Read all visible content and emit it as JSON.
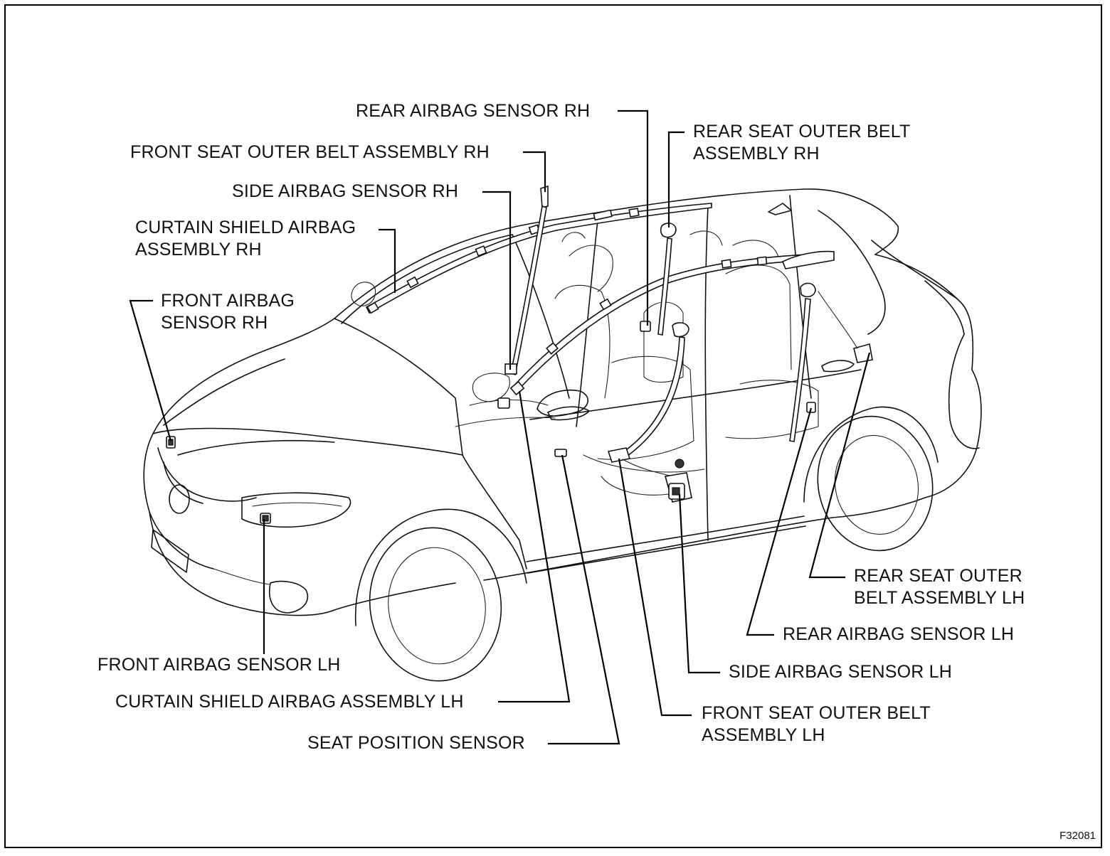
{
  "figure_code": "F32081",
  "labels": {
    "rear_airbag_sensor_rh": [
      "REAR AIRBAG SENSOR RH"
    ],
    "rear_seat_outer_belt_rh": [
      "REAR SEAT OUTER BELT",
      "ASSEMBLY RH"
    ],
    "front_seat_outer_belt_rh": [
      "FRONT SEAT OUTER BELT ASSEMBLY RH"
    ],
    "side_airbag_sensor_rh": [
      "SIDE AIRBAG SENSOR RH"
    ],
    "curtain_shield_airbag_rh": [
      "CURTAIN SHIELD AIRBAG",
      "ASSEMBLY RH"
    ],
    "front_airbag_sensor_rh": [
      "FRONT AIRBAG",
      "SENSOR RH"
    ],
    "rear_seat_outer_belt_lh": [
      "REAR SEAT OUTER",
      "BELT ASSEMBLY LH"
    ],
    "rear_airbag_sensor_lh": [
      "REAR AIRBAG SENSOR LH"
    ],
    "side_airbag_sensor_lh": [
      "SIDE AIRBAG SENSOR LH"
    ],
    "front_airbag_sensor_lh": [
      "FRONT AIRBAG SENSOR LH"
    ],
    "curtain_shield_airbag_lh": [
      "CURTAIN SHIELD AIRBAG ASSEMBLY LH"
    ],
    "front_seat_outer_belt_lh": [
      "FRONT SEAT OUTER BELT",
      "ASSEMBLY LH"
    ],
    "seat_position_sensor": [
      "SEAT POSITION SENSOR"
    ]
  }
}
